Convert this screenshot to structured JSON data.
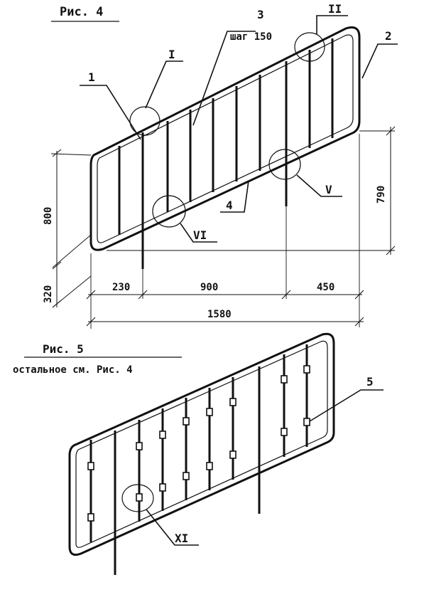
{
  "fig4": {
    "title": "Рис. 4",
    "pitch_label": "шаг 150",
    "dimensions": {
      "d230": "230",
      "d900": "900",
      "d450": "450",
      "d1580": "1580",
      "d800": "800",
      "d320": "320",
      "d790": "790"
    },
    "item_labels": {
      "p1": "1",
      "p2": "2",
      "p3": "3",
      "p4": "4"
    },
    "detail_labels": {
      "I": "I",
      "II": "II",
      "V": "V",
      "VI": "VI"
    }
  },
  "fig5": {
    "title": "Рис. 5",
    "subtitle": "остальное см. Рис. 4",
    "item_labels": {
      "p5": "5"
    },
    "detail_labels": {
      "XI": "XI"
    }
  }
}
